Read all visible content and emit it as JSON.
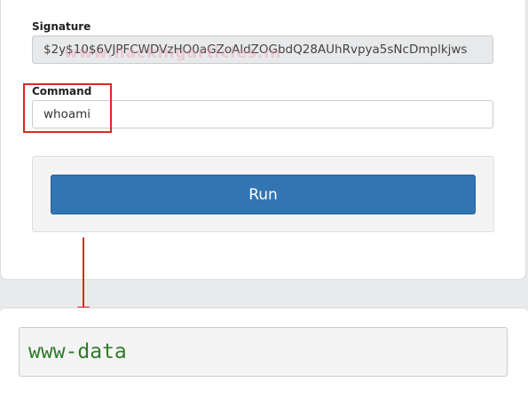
{
  "signature": {
    "label": "Signature",
    "value": "$2y$10$6VJPFCWDVzHO0aGZoAldZOGbdQ28AUhRvpya5sNcDmplkjws",
    "watermark": "www.hackingarticles.in"
  },
  "command": {
    "label": "Command",
    "value": "whoami"
  },
  "run_button": {
    "label": "Run"
  },
  "output": {
    "text": "www-data"
  },
  "colors": {
    "accent": "#3275b3",
    "highlight": "#e0261f",
    "output_text": "#2f7b2a"
  }
}
